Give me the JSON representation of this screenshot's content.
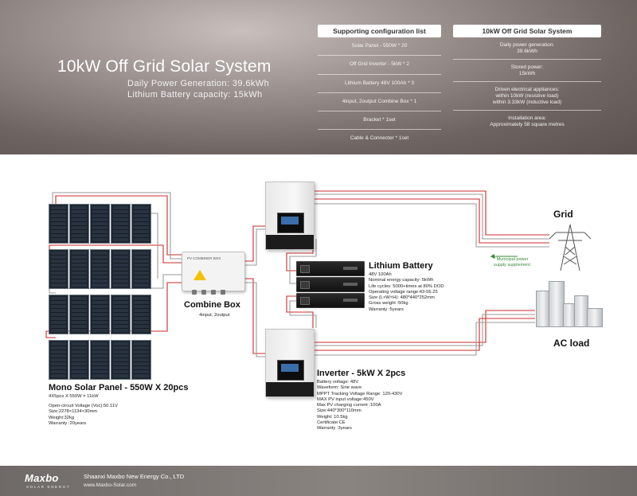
{
  "header": {
    "title": "10kW Off Grid Solar System",
    "daily_generation": "Daily Power Generation: 39.6kWh",
    "battery_capacity": "Lithium  Battery  capacity: 15kWh"
  },
  "config": {
    "title": "Supporting configuration list",
    "items": [
      "Solar Panel - 550W * 20",
      "Off Grid Inverter - 5kW * 2",
      "Lithium Battery 48V 100Ah * 3",
      "4input, 2output Combine Box * 1",
      "Bracket * 1set",
      "Cable & Connecter * 1set"
    ]
  },
  "system": {
    "title": "10kW Off Grid Solar System",
    "sections": [
      [
        "Daily power generation:",
        "39.6kWh"
      ],
      [
        "Stored power:",
        "15kWh"
      ],
      [
        "Driven electrical appliances:",
        "within 10kW (resistive load)",
        "within 3.33kW (inductive load)"
      ],
      [
        "Installation area:",
        "Approximately 58 square metres"
      ]
    ]
  },
  "solar": {
    "title": "Mono Solar Panel - 550W X 20pcs",
    "sub": "4X5pcs X 550W = 11kW",
    "specs": [
      "Open-circuit Voltage (Voc):50.11V",
      "Size:2278×1134×30mm",
      "Weight:32kg",
      "Warranty :20years"
    ]
  },
  "combine": {
    "title": "Combine Box",
    "sub": "4input, 2output",
    "box_label": "PV COMBINER BOX"
  },
  "battery": {
    "title": "Lithium Battery",
    "specs": [
      "48V 100Ah",
      "Nominal energy capacity: 5kWh",
      "Life cycles: 5000+times at 80% DOD",
      "Operating voltage range:43-56.25",
      "Size (L×W×H): 480*440*252mm",
      "Gross weight :50kg",
      "Warranty :5years"
    ]
  },
  "inverter": {
    "title": "Inverter - 5kW X 2pcs",
    "specs": [
      "Battery voltage: 48V",
      "Waveform: Sine wave",
      "MPPT Tracking Voltage Range: 120-430V",
      "MAX PV input voltage:450V",
      "Max PV charging current :100A",
      "Size:440*300*110mm",
      "Weight: 10.5kg",
      "Certificate:CE",
      "Warranty :3years"
    ]
  },
  "grid": {
    "title": "Grid",
    "note_line1": "* Municipal power",
    "note_line2": "supply supplement"
  },
  "ac_load": {
    "title": "AC load"
  },
  "footer": {
    "logo": "Maxbo",
    "logo_sub": "SOLAR ENERGY",
    "company": "Shaanxi Maxbo New Energy Co., LTD",
    "website": "www.Maxbo-Solar.com"
  },
  "colors": {
    "header_bg": "#8a807d",
    "wire_red": "#cc2b2b",
    "wire_gray": "#9a9a9a",
    "footer_bg": "#7c7774",
    "note_green": "#3a8a3a"
  }
}
